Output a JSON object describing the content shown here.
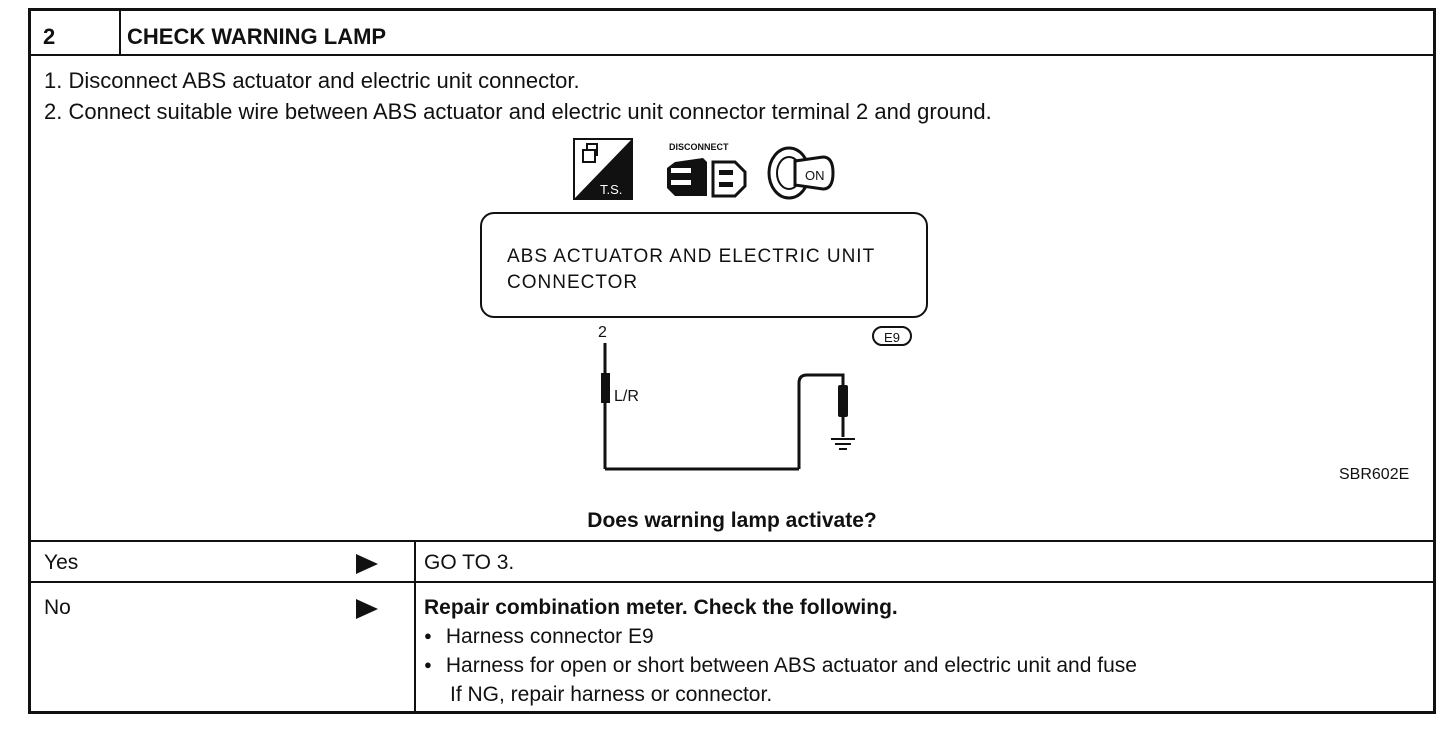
{
  "header": {
    "step_number": "2",
    "title": "CHECK WARNING LAMP"
  },
  "instructions": [
    "1.  Disconnect ABS actuator and electric unit connector.",
    "2.  Connect suitable wire between ABS actuator and electric unit connector terminal 2 and ground."
  ],
  "diagram": {
    "icons": {
      "ts_label": "T.S.",
      "disconnect_label": "DISCONNECT",
      "ignition_label": "ON"
    },
    "connector_label_line1": "ABS ACTUATOR AND ELECTRIC UNIT",
    "connector_label_line2": "CONNECTOR",
    "terminal_number": "2",
    "connector_id": "E9",
    "wire_color": "L/R",
    "figure_code": "SBR602E"
  },
  "question": "Does warning lamp activate?",
  "results": [
    {
      "answer": "Yes",
      "action": "GO TO 3."
    },
    {
      "answer": "No",
      "action_title": "Repair combination meter. Check the following.",
      "checks": [
        "Harness connector E9",
        "Harness for open or short between ABS actuator and electric unit and fuse"
      ],
      "note": "If NG, repair harness or connector."
    }
  ]
}
